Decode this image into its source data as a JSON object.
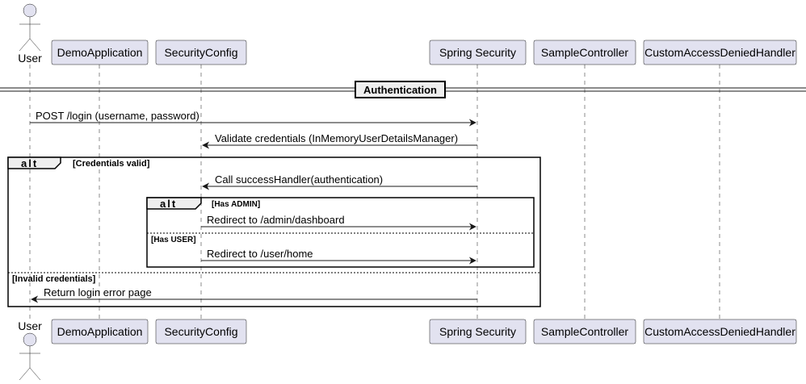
{
  "participants": {
    "user": "User",
    "demo_application": "DemoApplication",
    "security_config": "SecurityConfig",
    "spring_security": "Spring Security",
    "sample_controller": "SampleController",
    "custom_access_denied_handler": "CustomAccessDeniedHandler"
  },
  "divider": {
    "label": "Authentication"
  },
  "messages": {
    "post_login": "POST /login (username, password)",
    "validate_credentials": "Validate credentials (InMemoryUserDetailsManager)",
    "call_success_handler": "Call successHandler(authentication)",
    "redirect_admin": "Redirect to /admin/dashboard",
    "redirect_user": "Redirect to /user/home",
    "return_error": "Return login error page"
  },
  "fragments": {
    "outer_alt": {
      "keyword": "alt",
      "guard_valid": "[Credentials valid]",
      "guard_invalid": "[Invalid credentials]"
    },
    "inner_alt": {
      "keyword": "alt",
      "guard_admin": "[Has ADMIN]",
      "guard_user": "[Has USER]"
    }
  },
  "colors": {
    "participant_fill": "#e2e2f0",
    "line": "#181818",
    "tab_fill": "#eeeeee"
  }
}
